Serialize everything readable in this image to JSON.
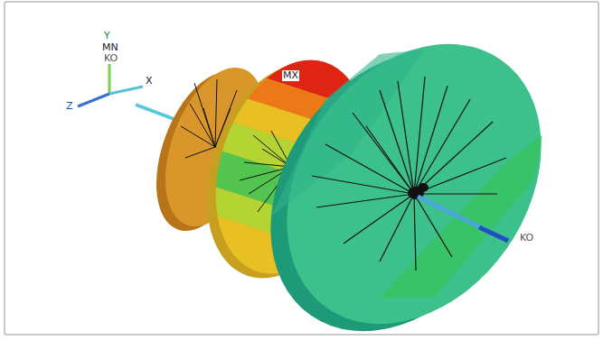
{
  "diagram": {
    "labels": [
      "Y",
      "MN",
      "KO",
      "Z",
      "X",
      "MX",
      "KO"
    ]
  }
}
